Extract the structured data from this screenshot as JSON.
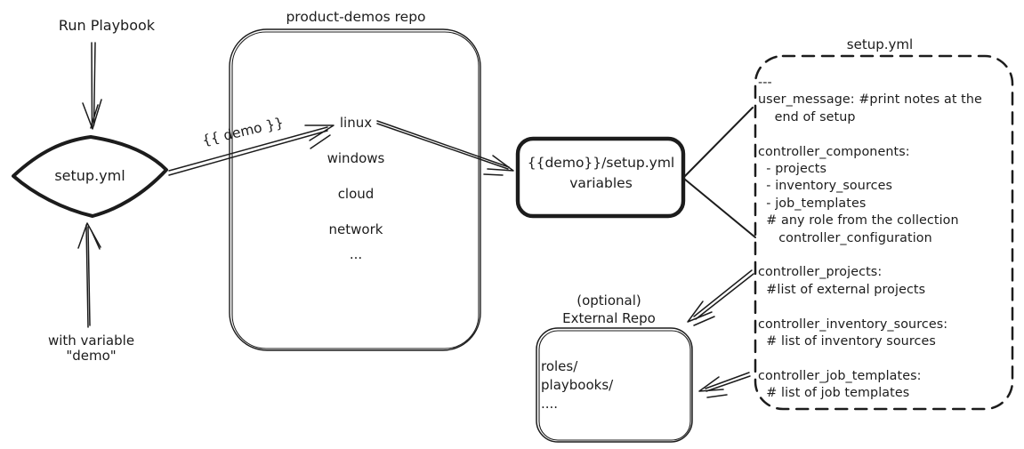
{
  "diagram": {
    "left_flow": {
      "run_playbook_label": "Run Playbook",
      "with_variable_line1": "with variable",
      "with_variable_line2": "\"demo\"",
      "decision_label": "setup.yml",
      "demo_arrow_label": "{{ demo }}"
    },
    "repo_box": {
      "title": "product-demos repo",
      "items": [
        "linux",
        "windows",
        "cloud",
        "network",
        "..."
      ]
    },
    "variables_box": {
      "line1": "{{demo}}/setup.yml",
      "line2": "variables"
    },
    "setup_box": {
      "title": "setup.yml",
      "yaml": "---\nuser_message: #print notes at the\n    end of setup\n\ncontroller_components:\n  - projects\n  - inventory_sources\n  - job_templates\n  # any role from the collection\n     controller_configuration\n\ncontroller_projects:\n  #list of external projects\n\ncontroller_inventory_sources:\n  # list of inventory sources\n\ncontroller_job_templates:\n  # list of job templates"
    },
    "external_box": {
      "title_line1": "(optional)",
      "title_line2": "External Repo",
      "content": "roles/\nplaybooks/\n...."
    },
    "colors": {
      "stroke": "#1c1c1c",
      "background": "#ffffff"
    }
  }
}
